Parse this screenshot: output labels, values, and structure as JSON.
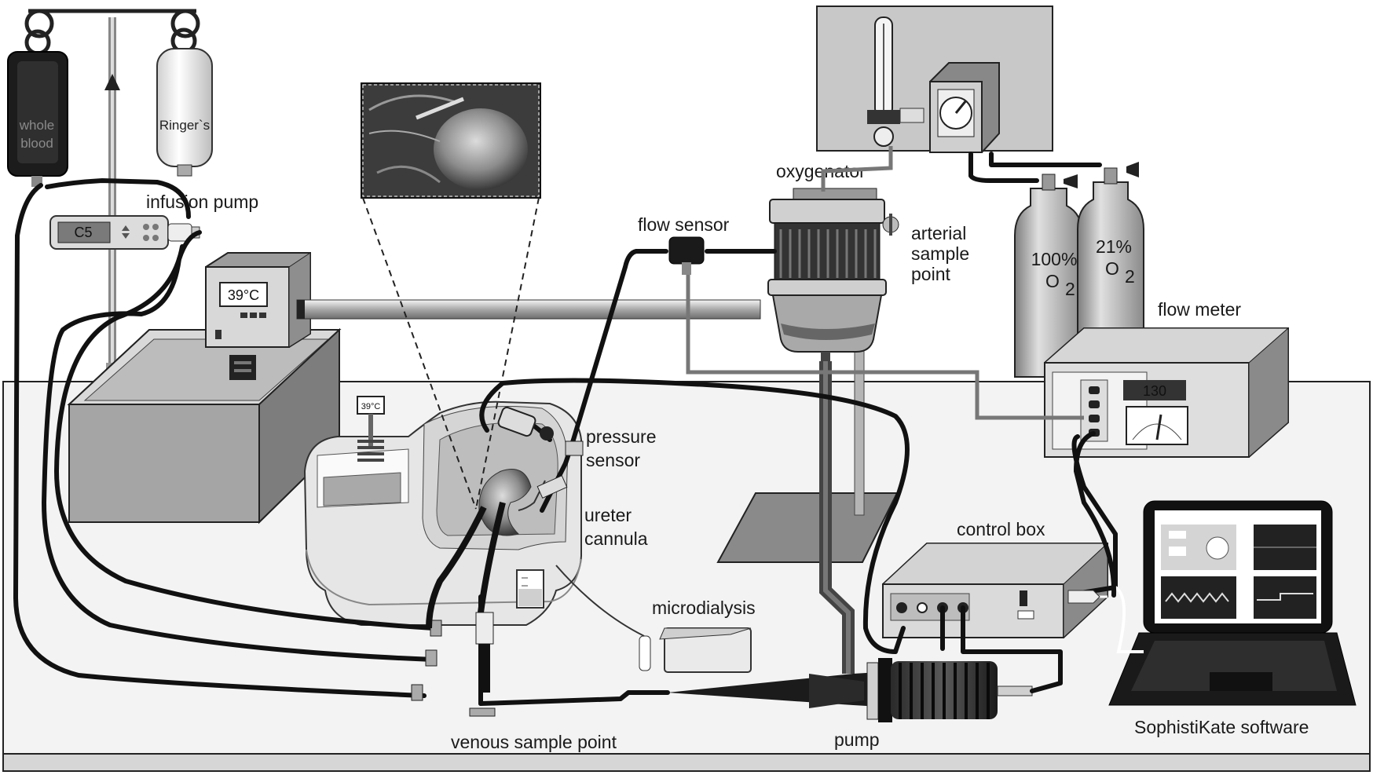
{
  "bags": {
    "blood_line1": "whole",
    "blood_line2": "blood",
    "ringer": "Ringer`s"
  },
  "displays": {
    "infusion_pump_lcd": "C5",
    "heater_lcd": "39°C",
    "bath_thermometer": "39°C",
    "flow_meter_lcd": "130"
  },
  "labels": {
    "infusion_pump": "infusion pump",
    "flow_sensor": "flow sensor",
    "oxygenator": "oxygenator",
    "arterial_1": "arterial",
    "arterial_2": "sample",
    "arterial_3": "point",
    "o2_100_pct": "100%",
    "o2_100_gas": "O",
    "o2_100_sub": "2",
    "o2_21_pct": "21%",
    "o2_21_gas": "O",
    "o2_21_sub": "2",
    "flow_meter": "flow meter",
    "pressure_1": "pressure",
    "pressure_2": "sensor",
    "ureter_1": "ureter",
    "ureter_2": "cannula",
    "control_box": "control box",
    "microdialysis": "microdialysis",
    "venous_sample": "venous sample point",
    "pump": "pump",
    "software": "SophistiKate software"
  },
  "colors": {
    "tubing": "#111111",
    "device_body": "#bdbdbd",
    "device_light": "#e6e6e6",
    "table": "#f2f2f2"
  }
}
